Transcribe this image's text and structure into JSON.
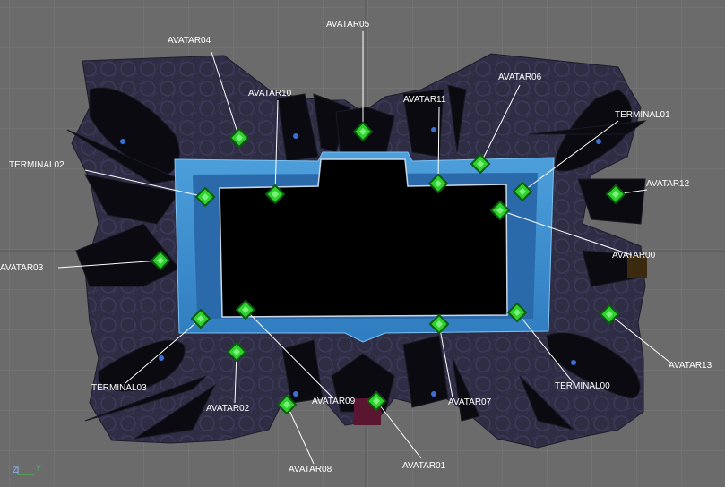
{
  "viewport": {
    "axis_labels": {
      "z": "Z",
      "y": "Y"
    },
    "colors": {
      "background": "#6b6b6b",
      "grid": "#7a7a7a",
      "floor": "#2e2c42",
      "pool_rim": "#3f8fd0",
      "pool_rim_light": "#6ab4ee",
      "pool_void": "#000000",
      "marker": "#2fd12f",
      "marker_dark": "#0b5d0b",
      "leader_line": "#ffffff",
      "label_text": "#ffffff",
      "axis_z": "#8ab8ff",
      "axis_y": "#3fd13f"
    }
  },
  "markers": [
    {
      "id": "AVATAR04",
      "label": "AVATAR04",
      "icon": "spawn-point-icon"
    },
    {
      "id": "AVATAR05",
      "label": "AVATAR05",
      "icon": "spawn-point-icon"
    },
    {
      "id": "AVATAR10",
      "label": "AVATAR10",
      "icon": "spawn-point-icon"
    },
    {
      "id": "AVATAR11",
      "label": "AVATAR11",
      "icon": "spawn-point-icon"
    },
    {
      "id": "AVATAR06",
      "label": "AVATAR06",
      "icon": "spawn-point-icon"
    },
    {
      "id": "TERMINAL01",
      "label": "TERMINAL01",
      "icon": "terminal-point-icon"
    },
    {
      "id": "TERMINAL02",
      "label": "TERMINAL02",
      "icon": "terminal-point-icon"
    },
    {
      "id": "AVATAR12",
      "label": "AVATAR12",
      "icon": "spawn-point-icon"
    },
    {
      "id": "AVATAR00",
      "label": "AVATAR00",
      "icon": "spawn-point-icon"
    },
    {
      "id": "AVATAR03",
      "label": "AVATAR03",
      "icon": "spawn-point-icon"
    },
    {
      "id": "AVATAR13",
      "label": "AVATAR13",
      "icon": "spawn-point-icon"
    },
    {
      "id": "TERMINAL03",
      "label": "TERMINAL03",
      "icon": "terminal-point-icon"
    },
    {
      "id": "TERMINAL00",
      "label": "TERMINAL00",
      "icon": "terminal-point-icon"
    },
    {
      "id": "AVATAR02",
      "label": "AVATAR02",
      "icon": "spawn-point-icon"
    },
    {
      "id": "AVATAR09",
      "label": "AVATAR09",
      "icon": "spawn-point-icon"
    },
    {
      "id": "AVATAR07",
      "label": "AVATAR07",
      "icon": "spawn-point-icon"
    },
    {
      "id": "AVATAR08",
      "label": "AVATAR08",
      "icon": "spawn-point-icon"
    },
    {
      "id": "AVATAR01",
      "label": "AVATAR01",
      "icon": "spawn-point-icon"
    }
  ]
}
